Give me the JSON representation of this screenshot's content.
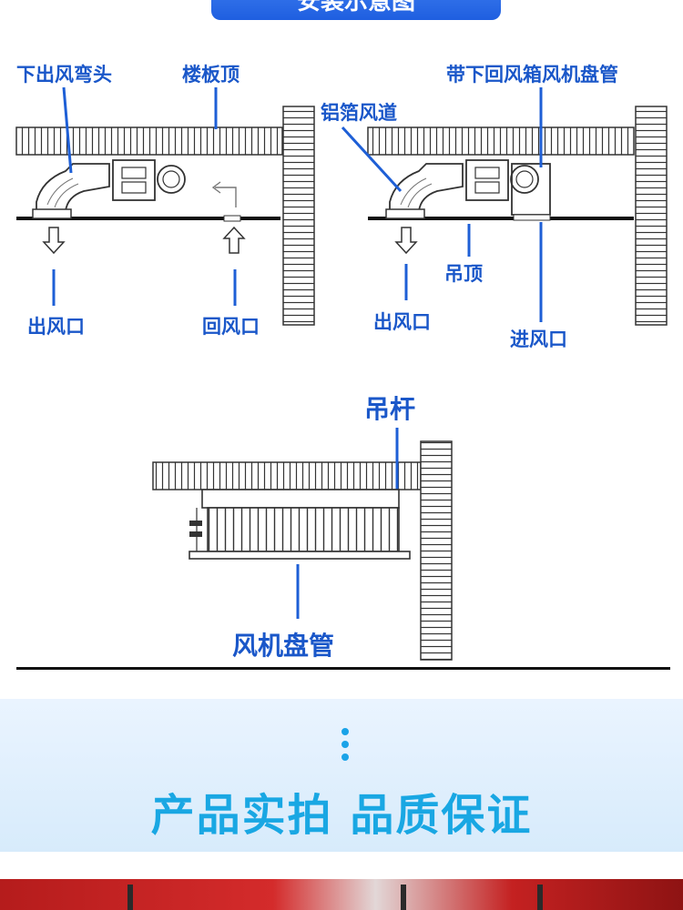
{
  "header": {
    "title": "安装示意图"
  },
  "diagram_left": {
    "elbow": "下出风弯头",
    "floor_slab": "楼板顶",
    "outlet": "出风口",
    "return_inlet": "回风口"
  },
  "diagram_right": {
    "unit": "带下回风箱风机盘管",
    "duct": "铝箔风道",
    "ceiling": "吊顶",
    "outlet": "出风口",
    "inlet": "进风口"
  },
  "diagram_bottom": {
    "hanger_rod": "吊杆",
    "fan_coil": "风机盘管"
  },
  "banner": {
    "title": "产品实拍 品质保证"
  },
  "colors": {
    "label": "#1a57c9",
    "leader": "#1e5fd6",
    "banner_text": "#19a7e3"
  }
}
